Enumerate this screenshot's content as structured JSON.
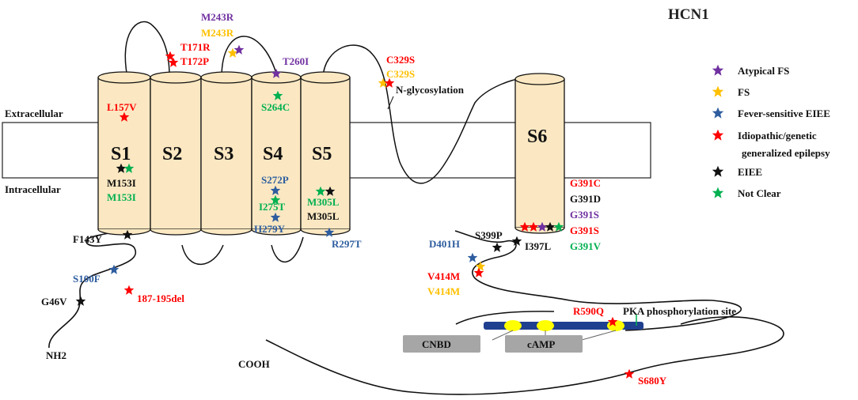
{
  "title": "HCN1",
  "membrane": {
    "extracellular": "Extracellular",
    "intracellular": "Intracellular"
  },
  "segments": [
    "S1",
    "S2",
    "S3",
    "S4",
    "S5",
    "S6"
  ],
  "termini": {
    "n": "NH2",
    "c": "COOH"
  },
  "domains": {
    "cnbd": "CNBD",
    "camp": "cAMP"
  },
  "annotations": {
    "glyco": "N-glycosylation",
    "pka": "PKA phosphorylation site"
  },
  "colors": {
    "atypical_fs": "#7030a0",
    "fs": "#ffc000",
    "fever_eiee": "#2e5d9f",
    "idiopathic": "#ff0000",
    "eiee": "#000000",
    "not_clear": "#00b050",
    "cylinder_fill": "#fbe8c2",
    "domain_bar": "#1f3f8f",
    "gray_box": "#a6a6a6",
    "yellow_site": "#ffff00"
  },
  "legend": [
    {
      "label": "Atypical FS",
      "color": "#7030a0"
    },
    {
      "label": "FS",
      "color": "#ffc000"
    },
    {
      "label": "Fever-sensitive EIEE",
      "color": "#2e5d9f"
    },
    {
      "label": "Idiopathic/genetic",
      "label2": "generalized epilepsy",
      "color": "#ff0000"
    },
    {
      "label": "EIEE",
      "color": "#000000"
    },
    {
      "label": "Not Clear",
      "color": "#00b050"
    }
  ],
  "mutations": {
    "m243r_a": "M243R",
    "m243r_b": "M243R",
    "t171r": "T171R",
    "t172p": "T172P",
    "t260i": "T260I",
    "c329s_a": "C329S",
    "c329s_b": "C329S",
    "l157v": "L157V",
    "s264c": "S264C",
    "m153i_a": "M153I",
    "m153i_b": "M153I",
    "s272p": "S272P",
    "i275t": "I275T",
    "h279y": "H279Y",
    "m305l_a": "M305L",
    "m305l_b": "M305L",
    "r297t": "R297T",
    "f143y": "F143Y",
    "s100f": "S100F",
    "g46v": "G46V",
    "del187": "187-195del",
    "g391c": "G391C",
    "g391d": "G391D",
    "g391s_a": "G391S",
    "g391s_b": "G391S",
    "g391v": "G391V",
    "s399p": "S399P",
    "d401h": "D401H",
    "i397l": "I397L",
    "v414m_a": "V414M",
    "v414m_b": "V414M",
    "r590q": "R590Q",
    "s680y": "S680Y"
  }
}
